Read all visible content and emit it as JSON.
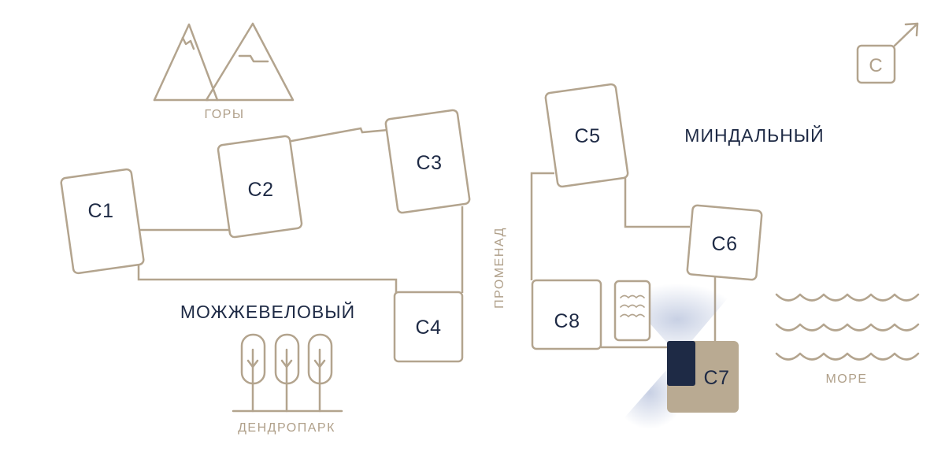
{
  "buildings": {
    "c1": "С1",
    "c2": "С2",
    "c3": "С3",
    "c4": "С4",
    "c5": "С5",
    "c6": "С6",
    "c7": "С7",
    "c8": "С8"
  },
  "zones": {
    "juniper": "МОЖЖЕВЕЛОВЫЙ",
    "almond": "МИНДАЛЬНЫЙ"
  },
  "landmarks": {
    "mountains": "ГОРЫ",
    "promenade": "ПРОМЕНАД",
    "arboretum": "ДЕНДРОПАРК",
    "sea": "МОРЕ"
  },
  "compass": {
    "label": "С"
  },
  "selected_building": "С7",
  "colors": {
    "outline": "#b3a48e",
    "selected_fill": "#b9aa92",
    "accent_navy": "#1e2a45",
    "text": "#1e2a45"
  },
  "icons": [
    "mountains-icon",
    "trees-icon",
    "waves-icon",
    "pool-icon",
    "compass-north-icon"
  ]
}
